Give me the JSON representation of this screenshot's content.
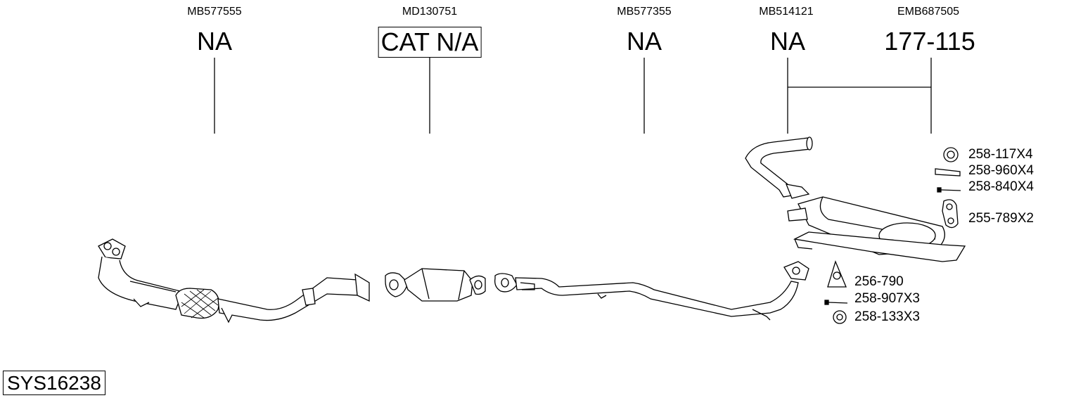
{
  "columns": [
    {
      "oe_number": "MB577555",
      "part_label": "NA"
    },
    {
      "oe_number": "MD130751",
      "part_label": "CAT N/A"
    },
    {
      "oe_number": "MB577355",
      "part_label": "NA"
    },
    {
      "oe_number": "MB514121",
      "part_label": "NA"
    },
    {
      "oe_number": "EMB687505",
      "part_label": "177-115"
    }
  ],
  "rear_accessories": [
    {
      "label": "258-117X4",
      "icon": "sealing-ring-icon"
    },
    {
      "label": "258-960X4",
      "icon": "clamp-sleeve-icon"
    },
    {
      "label": "258-840X4",
      "icon": "bolt-icon"
    },
    {
      "label": "255-789X2",
      "icon": "rubber-hanger-icon"
    }
  ],
  "front_accessories": [
    {
      "label": "256-790",
      "icon": "flange-gasket-icon"
    },
    {
      "label": "258-907X3",
      "icon": "bolt-icon"
    },
    {
      "label": "258-133X3",
      "icon": "nut-icon"
    }
  ],
  "system_code": "SYS16238"
}
